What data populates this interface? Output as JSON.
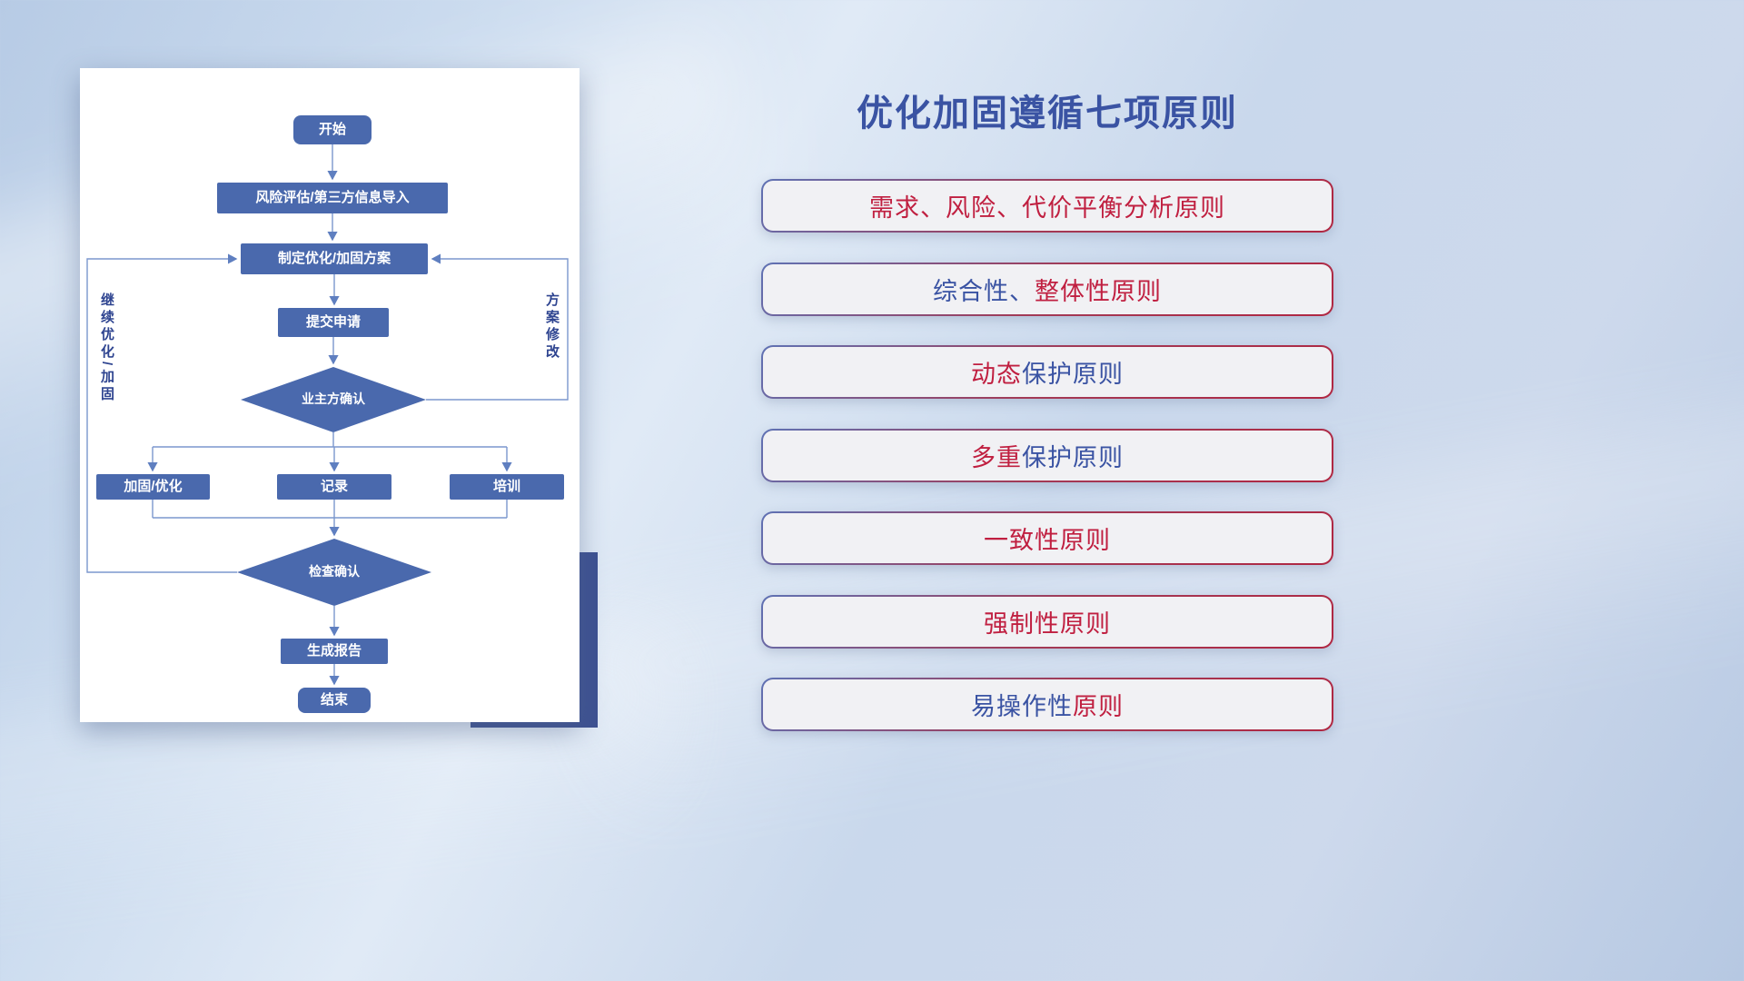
{
  "flowchart": {
    "nodes": {
      "start": "开始",
      "risk": "风险评估/第三方信息导入",
      "plan": "制定优化/加固方案",
      "submit": "提交申请",
      "owner_confirm": "业主方确认",
      "harden": "加固/优化",
      "record": "记录",
      "train": "培训",
      "check_confirm": "检查确认",
      "report": "生成报告",
      "end": "结束"
    },
    "labels": {
      "left_loop": "继续优化/加固",
      "right_loop": "方案修改"
    }
  },
  "panel": {
    "title": "优化加固遵循七项原则",
    "principles": [
      {
        "segments": [
          {
            "text": "需求、风险、代价平衡分析原则",
            "color": "red"
          }
        ]
      },
      {
        "segments": [
          {
            "text": "综合性、",
            "color": "blue"
          },
          {
            "text": "整体性原则",
            "color": "red"
          }
        ]
      },
      {
        "segments": [
          {
            "text": "动态",
            "color": "red"
          },
          {
            "text": "保护原则",
            "color": "blue"
          }
        ]
      },
      {
        "segments": [
          {
            "text": "多重",
            "color": "red"
          },
          {
            "text": "保护原则",
            "color": "blue"
          }
        ]
      },
      {
        "segments": [
          {
            "text": "一致性原则",
            "color": "red"
          }
        ]
      },
      {
        "segments": [
          {
            "text": "强制性原则",
            "color": "red"
          }
        ]
      },
      {
        "segments": [
          {
            "text": "易操作性",
            "color": "blue"
          },
          {
            "text": "原则",
            "color": "red"
          }
        ]
      }
    ]
  },
  "colors": {
    "red": "#c01f40",
    "blue": "#3a53a3",
    "node_blue": "#4a69ad",
    "navy_accent": "#3d5191",
    "connector": "#7b97cd"
  }
}
